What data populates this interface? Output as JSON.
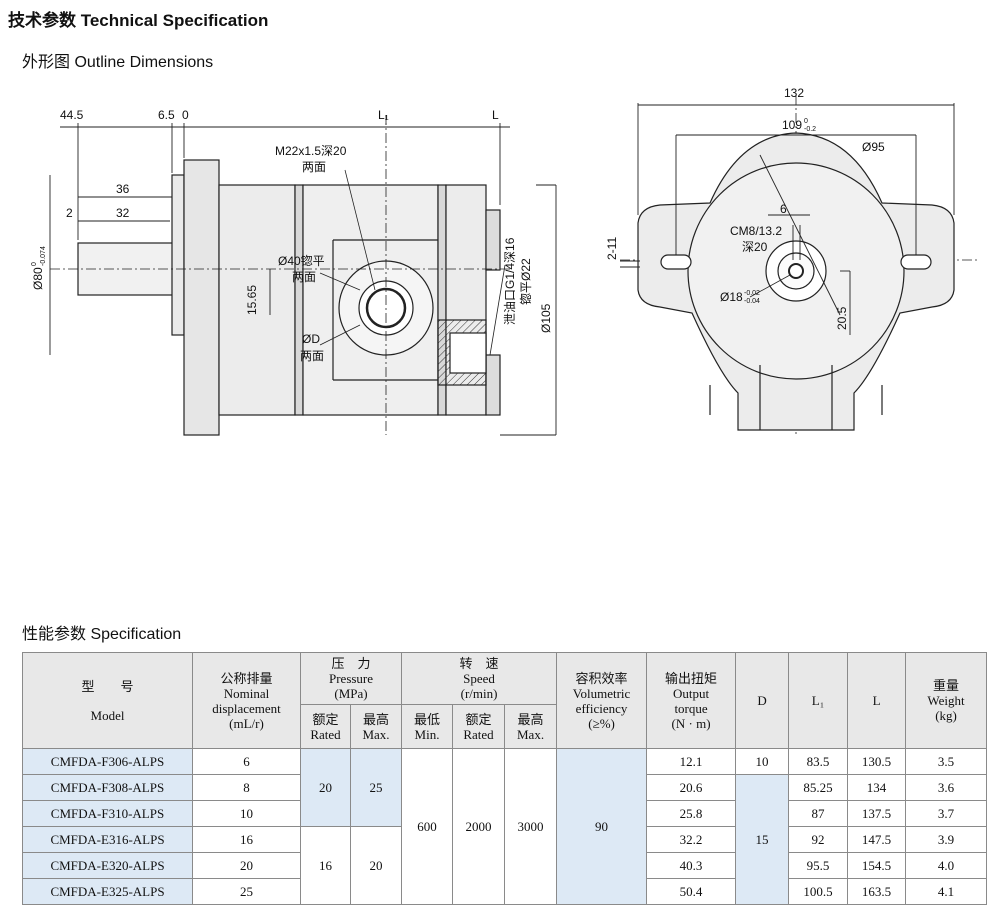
{
  "page_title": "技术参数 Technical Specification",
  "outline_title": "外形图   Outline Dimensions",
  "spec_title": "性能参数   Specification",
  "drawing": {
    "dim_445": "44.5",
    "dim_65": "6.5",
    "dim_0": "0",
    "dim_L1": "L₁",
    "dim_L": "L",
    "dim_36": "36",
    "dim_2": "2",
    "dim_32": "32",
    "dia80": "Ø80",
    "dia80_tol_top": "0",
    "dia80_tol_bot": "-0.074",
    "thread_note_1": "M22x1.5深20",
    "thread_note_2": "两面",
    "face40_1": "Ø40锪平",
    "face40_2": "两面",
    "dim_1565": "15.65",
    "portD_1": "ØD",
    "portD_2": "两面",
    "drain_note": "泄油口G1/4深16",
    "drain_note_2": "锪平Ø22",
    "dia105": "Ø105",
    "dim_132": "132",
    "dim_109": "109",
    "dim_109_tol_top": "0",
    "dim_109_tol_bot": "-0.2",
    "dia95": "Ø95",
    "dim_6": "6",
    "cm8_1": "CM8/13.2",
    "cm8_2": "深20",
    "dim_211": "2-11",
    "dia18": "Ø18",
    "dia18_tol_top": "-0.02",
    "dia18_tol_bot": "-0.04",
    "dim_205": "20.5"
  },
  "table": {
    "headers": {
      "model_cn": "型　　号",
      "model_en": "Model",
      "disp_cn": "公称排量",
      "disp_en1": "Nominal",
      "disp_en2": "displacement",
      "disp_unit": "(mL/r)",
      "pressure_cn": "压　力",
      "pressure_en": "Pressure",
      "pressure_unit": "(MPa)",
      "rated_cn": "额定",
      "rated_en": "Rated",
      "max_cn": "最高",
      "max_en": "Max.",
      "speed_cn": "转　速",
      "speed_en": "Speed",
      "speed_unit": "(r/min)",
      "min_cn": "最低",
      "min_en": "Min.",
      "srated_cn": "额定",
      "srated_en": "Rated",
      "smax_cn": "最高",
      "smax_en": "Max.",
      "vol_cn": "容积效率",
      "vol_en1": "Volumetric",
      "vol_en2": "efficiency",
      "vol_unit": "(≥%)",
      "torque_cn": "输出扭矩",
      "torque_en1": "Output",
      "torque_en2": "torque",
      "torque_unit": "(N · m)",
      "d": "D",
      "l1": "L₁",
      "l": "L",
      "weight_cn": "重量",
      "weight_en": "Weight",
      "weight_unit": "(kg)"
    },
    "rows": [
      {
        "model": "CMFDA-F306-ALPS",
        "disp": "6",
        "torque": "12.1",
        "l1": "83.5",
        "l": "130.5",
        "weight": "3.5"
      },
      {
        "model": "CMFDA-F308-ALPS",
        "disp": "8",
        "torque": "20.6",
        "l1": "85.25",
        "l": "134",
        "weight": "3.6"
      },
      {
        "model": "CMFDA-F310-ALPS",
        "disp": "10",
        "torque": "25.8",
        "l1": "87",
        "l": "137.5",
        "weight": "3.7"
      },
      {
        "model": "CMFDA-E316-ALPS",
        "disp": "16",
        "torque": "32.2",
        "l1": "92",
        "l": "147.5",
        "weight": "3.9"
      },
      {
        "model": "CMFDA-E320-ALPS",
        "disp": "20",
        "torque": "40.3",
        "l1": "95.5",
        "l": "154.5",
        "weight": "4.0"
      },
      {
        "model": "CMFDA-E325-ALPS",
        "disp": "25",
        "torque": "50.4",
        "l1": "100.5",
        "l": "163.5",
        "weight": "4.1"
      }
    ],
    "group_f": {
      "rated": "20",
      "max": "25",
      "d": "10"
    },
    "group_e": {
      "rated": "16",
      "max": "20",
      "d": "15"
    },
    "speed": {
      "min": "600",
      "rated": "2000",
      "max": "3000"
    },
    "vol_eff": "90"
  }
}
